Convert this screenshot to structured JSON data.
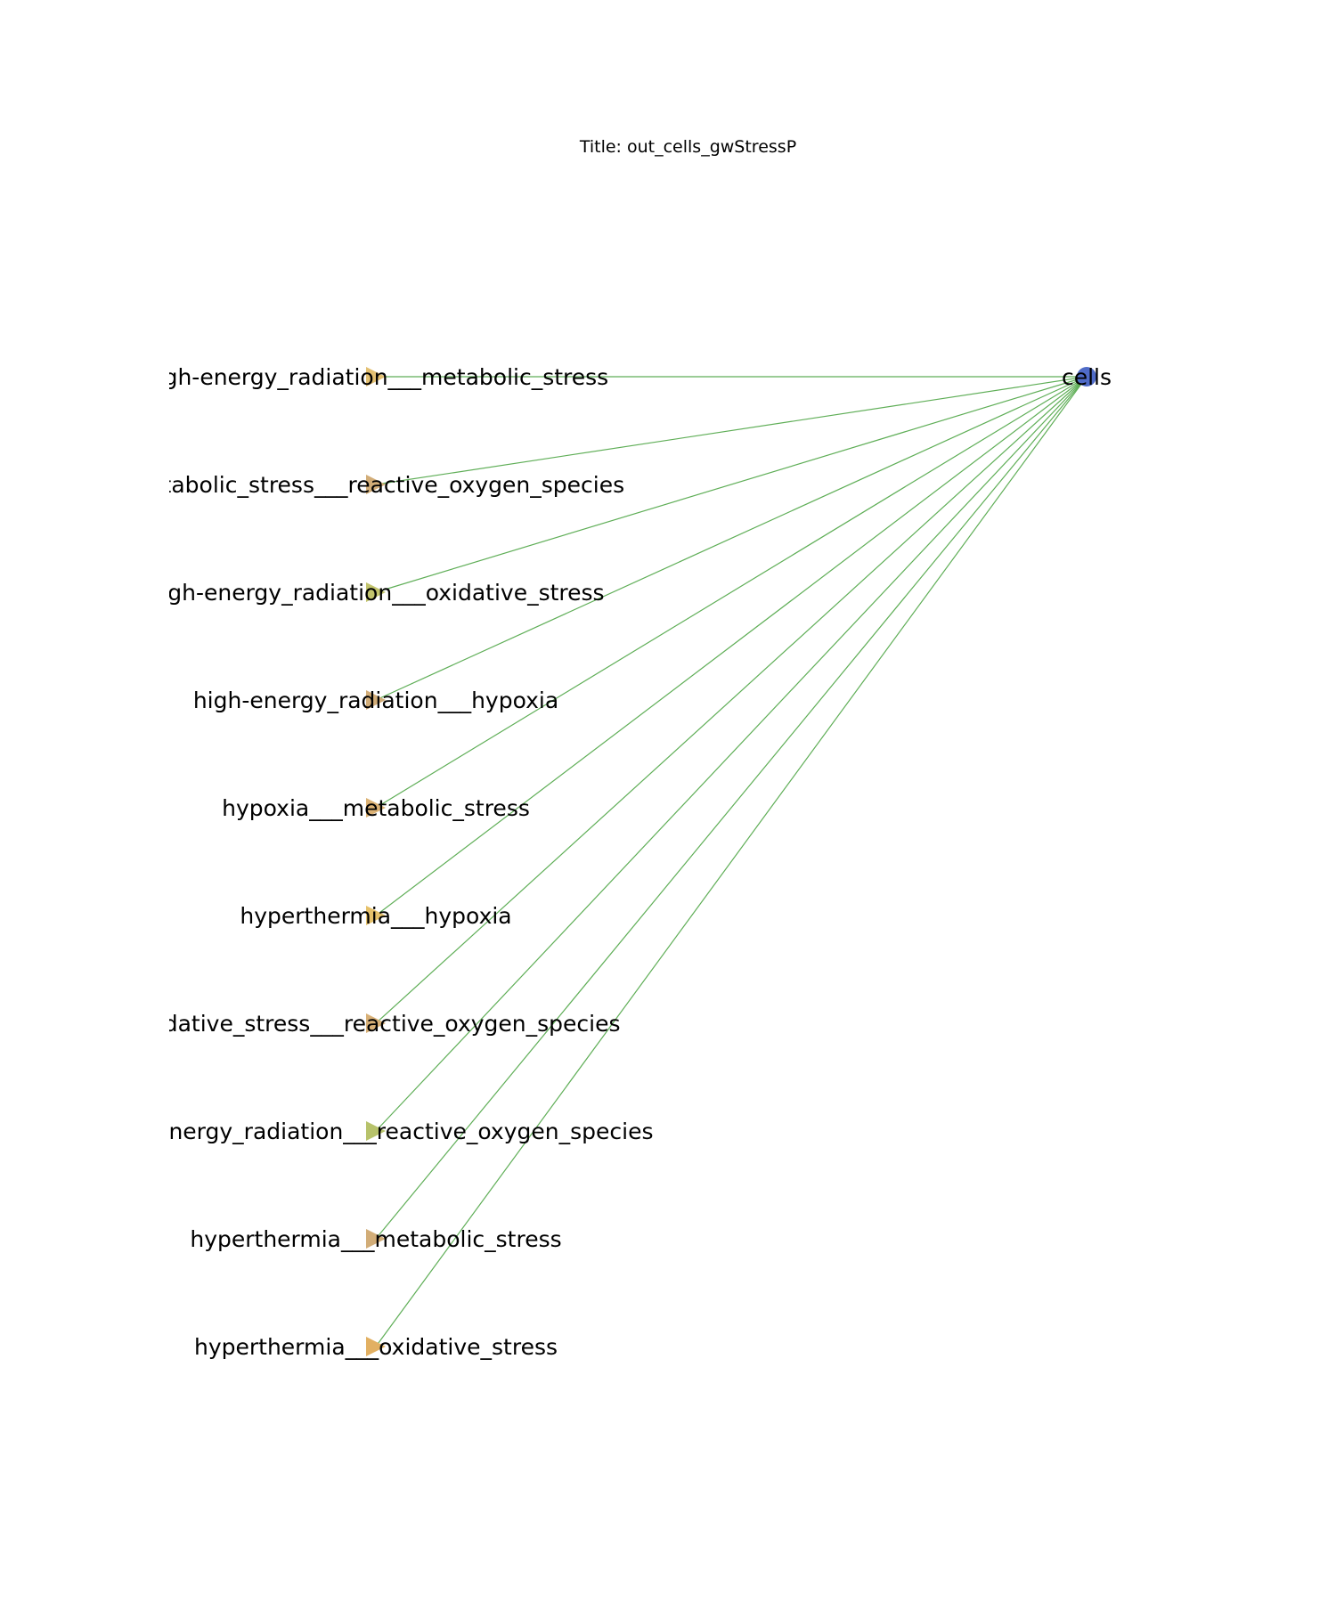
{
  "title": "Title: out_cells_gwStressP",
  "target": {
    "label": "cells",
    "color": "#4f6bc7"
  },
  "edge_color": "#5fae57",
  "sources": [
    {
      "label": "high-energy_radiation___metabolic_stress",
      "color": "#e3c072"
    },
    {
      "label": "metabolic_stress___reactive_oxygen_species",
      "color": "#d2ad78"
    },
    {
      "label": "high-energy_radiation___oxidative_stress",
      "color": "#c2c46d"
    },
    {
      "label": "high-energy_radiation___hypoxia",
      "color": "#d2ad78"
    },
    {
      "label": "hypoxia___metabolic_stress",
      "color": "#dcb275"
    },
    {
      "label": "hyperthermia___hypoxia",
      "color": "#e6c16a"
    },
    {
      "label": "oxidative_stress___reactive_oxygen_species",
      "color": "#d8b077"
    },
    {
      "label": "high-energy_radiation___reactive_oxygen_species",
      "color": "#b7c26b"
    },
    {
      "label": "hyperthermia___metabolic_stress",
      "color": "#d2ad78"
    },
    {
      "label": "hyperthermia___oxidative_stress",
      "color": "#e2b062"
    }
  ]
}
